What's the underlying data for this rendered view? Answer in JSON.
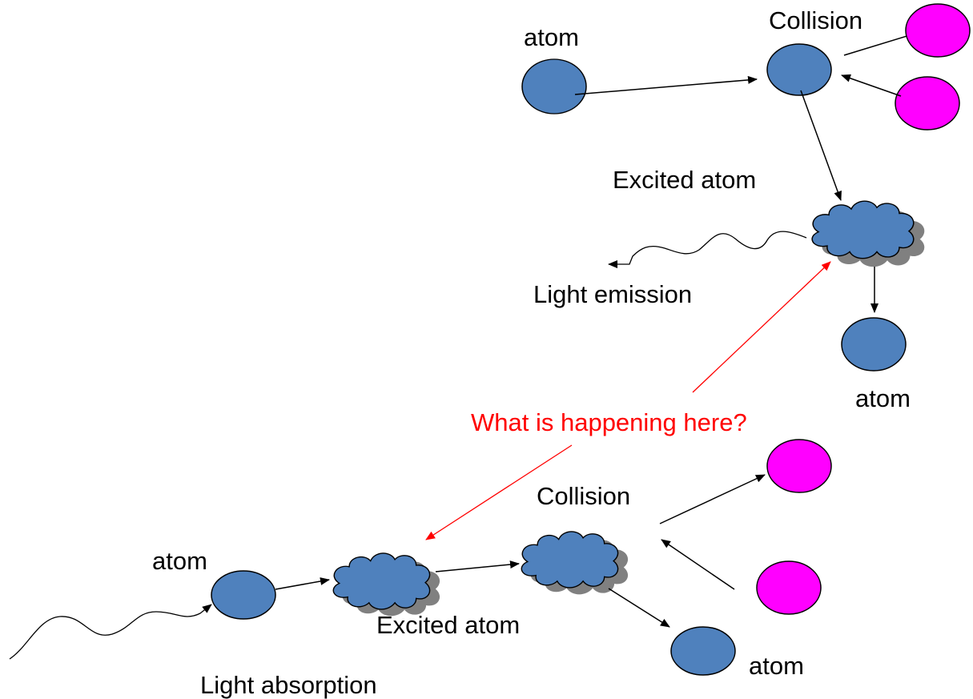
{
  "diagram": {
    "top": {
      "atom_label": "atom",
      "collision_label": "Collision",
      "excited_label": "Excited atom",
      "emission_label": "Light emission",
      "atom_after_label": "atom"
    },
    "bottom": {
      "atom_label": "atom",
      "collision_label": "Collision",
      "excited_label": "Excited atom",
      "absorption_label": "Light absorption",
      "atom_after_label": "atom"
    },
    "question": "What is happening here?",
    "colors": {
      "atom": "#4f81bd",
      "colliding_particle": "#ff00ff",
      "question": "#ff0000",
      "shadow": "#808080"
    }
  }
}
